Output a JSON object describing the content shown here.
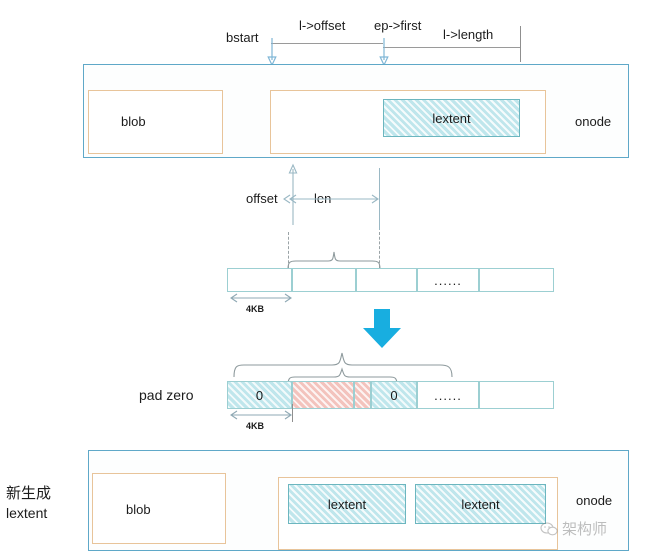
{
  "diagram": {
    "title": "BlueStore lextent / blob pad-zero write path",
    "colors": {
      "onode_border": "#5fa8c8",
      "tan_border": "#e8c49a",
      "lextent_fill": "#bfe6ec",
      "lextent_border": "#6cb6bf",
      "pad_fill": "#f3c3bd",
      "arrow_blue": "#18aee0",
      "guide_gray": "#9a9a9a"
    }
  },
  "top_annotations": {
    "bstart": "bstart",
    "l_offset": "l->offset",
    "ep_first": "ep->first",
    "l_length": "l->length"
  },
  "top_onode": {
    "blob_label": "blob",
    "lextent_label": "lextent",
    "onode_label": "onode"
  },
  "mid_annotations": {
    "offset": "offset",
    "len": "len"
  },
  "mid_bar": {
    "unit_label": "4KB",
    "cells": [
      {
        "text": "",
        "style": "plain"
      },
      {
        "text": "",
        "style": "plain"
      },
      {
        "text": "",
        "style": "plain"
      },
      {
        "text": "......",
        "style": "plain"
      },
      {
        "text": "",
        "style": "plain"
      }
    ]
  },
  "transform_arrow": {
    "icon": "arrow-down-icon",
    "direction": "down"
  },
  "pad_bar": {
    "row_label": "pad zero",
    "unit_label": "4KB",
    "cells": [
      {
        "text": "0",
        "style": "teal"
      },
      {
        "text": "",
        "style": "pink"
      },
      {
        "text": "",
        "style": "pink"
      },
      {
        "text": "0",
        "style": "teal"
      },
      {
        "text": "......",
        "style": "plain"
      },
      {
        "text": "",
        "style": "plain"
      }
    ]
  },
  "bottom_onode": {
    "side_label_line1": "新生成",
    "side_label_line2": "lextent",
    "blob_label": "blob",
    "lextent_label_1": "lextent",
    "lextent_label_2": "lextent",
    "onode_label": "onode"
  },
  "watermark": {
    "text": "架构师",
    "icon": "wechat-logo-icon"
  }
}
